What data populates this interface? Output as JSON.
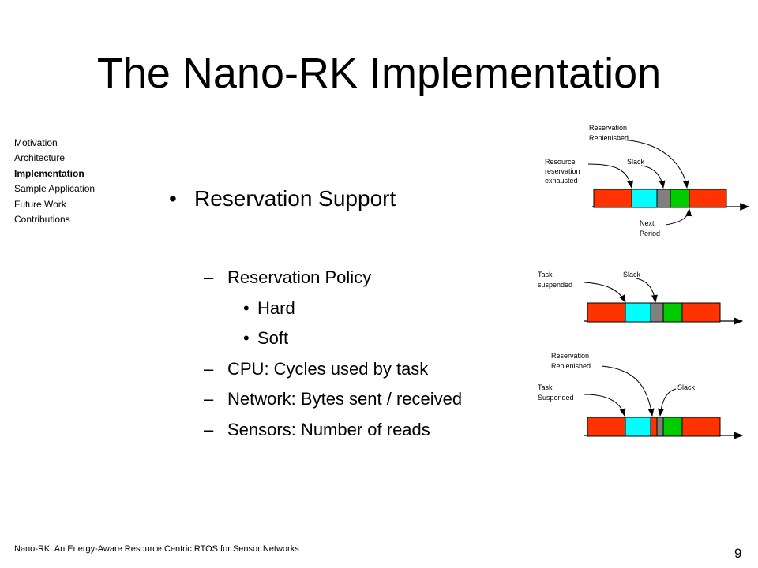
{
  "title": "The Nano-RK Implementation",
  "nav": [
    "Motivation",
    "Architecture",
    "Implementation",
    "Sample Application",
    "Future Work",
    "Contributions"
  ],
  "bullet_main": "Reservation Support",
  "sub_items": [
    {
      "text": "Reservation Policy",
      "children": [
        "Hard",
        "Soft"
      ]
    },
    {
      "text": "CPU: Cycles used by task",
      "children": []
    },
    {
      "text": "Network: Bytes sent / received",
      "children": []
    },
    {
      "text": "Sensors: Number of reads",
      "children": []
    }
  ],
  "footer": "Nano-RK: An Energy-Aware Resource Centric RTOS for Sensor Networks",
  "page_number": "9",
  "diagram": {
    "colors": {
      "task": "#ff3300",
      "cyan": "#00ffff",
      "slack": "#808080",
      "green": "#00cc00"
    },
    "d1": {
      "res_replenished": [
        "Reservation",
        "Replenished"
      ],
      "resource": [
        "Resource",
        "reservation",
        "exhausted"
      ],
      "slack": "Slack",
      "next": [
        "Next",
        "Period"
      ]
    },
    "d2": {
      "task": [
        "Task",
        "suspended"
      ],
      "slack": "Slack"
    },
    "d3": {
      "res_replenished": [
        "Reservation",
        "Replenished"
      ],
      "task": [
        "Task",
        "Suspended"
      ],
      "slack": "Slack"
    }
  }
}
